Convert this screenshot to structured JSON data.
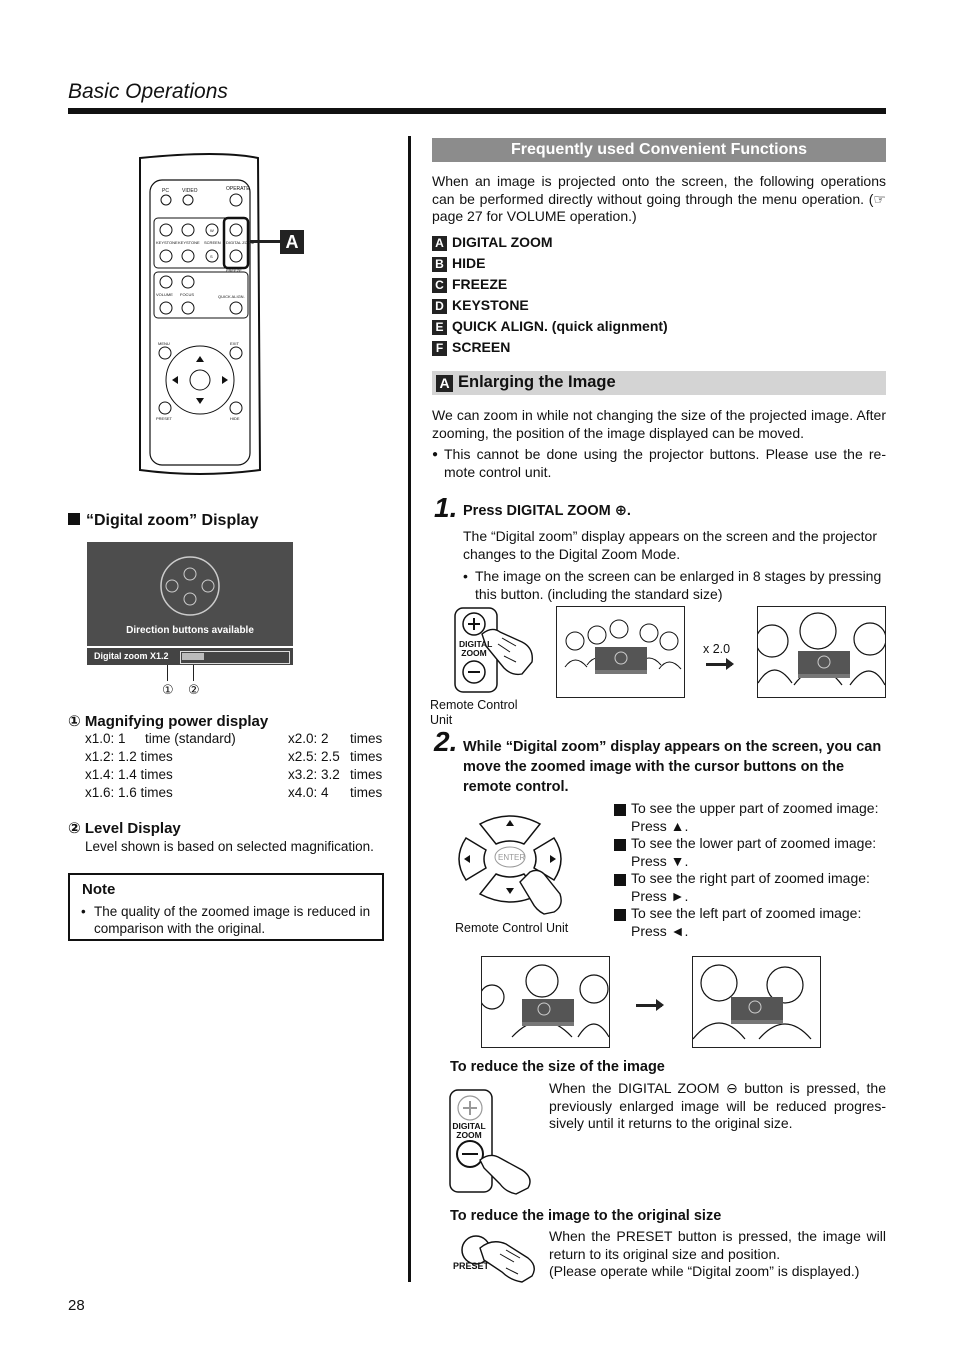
{
  "header": {
    "title": "Basic Operations"
  },
  "page_number": "28",
  "callout_letter": "A",
  "remote_labels": {
    "pc": "PC",
    "video": "VIDEO",
    "operate": "OPERATE",
    "keystone1": "KEYSTONE",
    "keystone2": "KEYSTONE",
    "screen": "SCREEN",
    "digital_zoom": "DIGITAL ZOOM",
    "freeze": "FREEZE",
    "volume": "VOLUME",
    "focus": "FOCUS",
    "quick_align": "QUICK ALIGN.",
    "menu": "MENU",
    "exit": "EXIT",
    "enter": "ENTER",
    "preset": "PRESET",
    "hide": "HIDE",
    "w": "W",
    "s": "S"
  },
  "left": {
    "dz_heading": "“Digital zoom” Display",
    "screen_caption": "Direction buttons available",
    "bar_label": "Digital zoom   X1.2",
    "marker1": "①",
    "marker2": "②",
    "magnify": {
      "title": "Magnifying power display",
      "rows": [
        [
          "x1.0: 1",
          "time (standard)",
          "x2.0: 2",
          "times"
        ],
        [
          "x1.2: 1.2 times",
          "",
          "x2.5: 2.5",
          "times"
        ],
        [
          "x1.4: 1.4 times",
          "",
          "x3.2: 3.2",
          "times"
        ],
        [
          "x1.6: 1.6 times",
          "",
          "x4.0: 4",
          "times"
        ]
      ]
    },
    "level": {
      "title": "Level Display",
      "text": "Level shown is based on selected magnification."
    },
    "note": {
      "title": "Note",
      "text": "The quality of the zoomed image is reduced in comparison with the original."
    }
  },
  "right": {
    "section_title": "Frequently used Convenient Functions",
    "intro": "When an image is projected onto the screen, the following operations can be performed directly without going through the menu operation. (☞ page 27 for VOLUME operation.)",
    "functions": [
      {
        "letter": "A",
        "label": "DIGITAL ZOOM"
      },
      {
        "letter": "B",
        "label": "HIDE"
      },
      {
        "letter": "C",
        "label": "FREEZE"
      },
      {
        "letter": "D",
        "label": "KEYSTONE"
      },
      {
        "letter": "E",
        "label": "QUICK ALIGN. (quick alignment)"
      },
      {
        "letter": "F",
        "label": "SCREEN"
      }
    ],
    "sub_letter": "A",
    "sub_title": "Enlarging the Image",
    "sub_intro": "We can zoom in while not changing the size of the projected image.  After zooming, the position of the image displayed can be moved.",
    "sub_bullet": "This cannot be done using the projector buttons. Please use the re-mote control unit.",
    "step1": {
      "num": "1.",
      "title": "Press DIGITAL ZOOM ⊕.",
      "text": "The “Digital zoom” display appears on the screen and the projector changes to the Digital Zoom Mode.",
      "bullet": "The image on the screen can be enlarged in 8 stages by pressing this button. (including the standard size)",
      "remote_caption": "Remote Control Unit",
      "digital_zoom_label": "DIGITAL ZOOM",
      "times_label": "x 2.0"
    },
    "step2": {
      "num": "2.",
      "title": "While “Digital zoom” display appears on the screen, you can move the zoomed image with the cursor buttons on the remote control.",
      "remote_caption": "Remote Control Unit",
      "items": [
        "To see the upper part of zoomed image: Press ▲.",
        "To see the lower part of zoomed image: Press ▼.",
        "To see the right part of zoomed image: Press ►.",
        "To see the left part of zoomed image: Press ◄."
      ]
    },
    "reduce": {
      "title": "To reduce the size of the image",
      "text": "When the DIGITAL ZOOM ⊖ button is pressed, the previously enlarged image will be reduced progres-sively until it returns to the original size.",
      "digital_zoom_label": "DIGITAL ZOOM"
    },
    "original": {
      "title": "To reduce the image to the original size",
      "text": "When the PRESET button is pressed, the image will return to its original size and position.",
      "text2": "(Please operate while “Digital zoom” is displayed.)",
      "preset_label": "PRESET"
    }
  }
}
